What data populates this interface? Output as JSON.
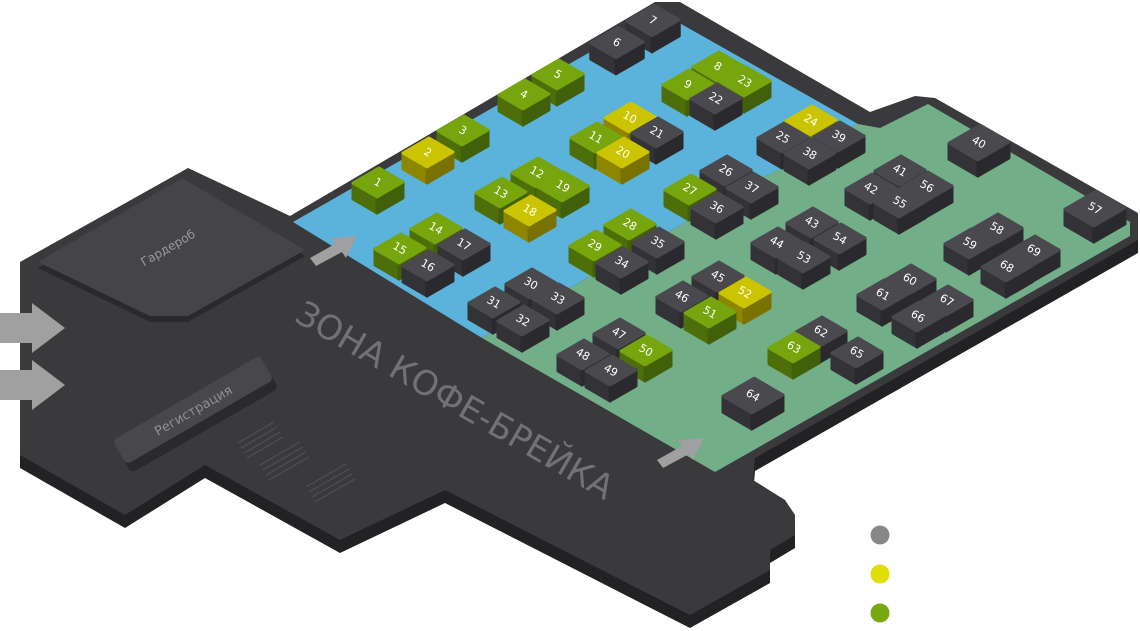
{
  "zones": {
    "wardrobe": "Гардероб",
    "registration": "Регистрация",
    "coffee_break": "ЗОНА КОФЕ-БРЕЙКА"
  },
  "colors": {
    "blue_zone": "#5bb2da",
    "green_zone": "#72ae88",
    "floor": "#3a393c",
    "booth_free": "#76a50e",
    "booth_reserved": "#cbc400",
    "booth_taken": "#4a494e"
  },
  "legend": [
    {
      "status": "taken",
      "color": "#888888"
    },
    {
      "status": "reserved",
      "color": "#e0dd00"
    },
    {
      "status": "free",
      "color": "#77a812"
    }
  ],
  "booths": [
    {
      "n": "1",
      "s": "free"
    },
    {
      "n": "2",
      "s": "reserved"
    },
    {
      "n": "3",
      "s": "free"
    },
    {
      "n": "4",
      "s": "free"
    },
    {
      "n": "5",
      "s": "free"
    },
    {
      "n": "6",
      "s": "taken"
    },
    {
      "n": "7",
      "s": "taken"
    },
    {
      "n": "8",
      "s": "free"
    },
    {
      "n": "9",
      "s": "free"
    },
    {
      "n": "10",
      "s": "reserved"
    },
    {
      "n": "11",
      "s": "free"
    },
    {
      "n": "12",
      "s": "free"
    },
    {
      "n": "13",
      "s": "free"
    },
    {
      "n": "14",
      "s": "free"
    },
    {
      "n": "15",
      "s": "free"
    },
    {
      "n": "16",
      "s": "taken"
    },
    {
      "n": "17",
      "s": "taken"
    },
    {
      "n": "18",
      "s": "reserved"
    },
    {
      "n": "19",
      "s": "free"
    },
    {
      "n": "20",
      "s": "reserved"
    },
    {
      "n": "21",
      "s": "taken"
    },
    {
      "n": "22",
      "s": "taken"
    },
    {
      "n": "23",
      "s": "free"
    },
    {
      "n": "24",
      "s": "reserved"
    },
    {
      "n": "25",
      "s": "taken"
    },
    {
      "n": "26",
      "s": "taken"
    },
    {
      "n": "27",
      "s": "free"
    },
    {
      "n": "28",
      "s": "free"
    },
    {
      "n": "29",
      "s": "free"
    },
    {
      "n": "30",
      "s": "taken"
    },
    {
      "n": "31",
      "s": "taken"
    },
    {
      "n": "32",
      "s": "taken"
    },
    {
      "n": "33",
      "s": "taken"
    },
    {
      "n": "34",
      "s": "taken"
    },
    {
      "n": "35",
      "s": "taken"
    },
    {
      "n": "36",
      "s": "taken"
    },
    {
      "n": "37",
      "s": "taken"
    },
    {
      "n": "38",
      "s": "taken"
    },
    {
      "n": "39",
      "s": "taken"
    },
    {
      "n": "40",
      "s": "taken"
    },
    {
      "n": "41",
      "s": "taken"
    },
    {
      "n": "42",
      "s": "taken"
    },
    {
      "n": "43",
      "s": "taken"
    },
    {
      "n": "44",
      "s": "taken"
    },
    {
      "n": "45",
      "s": "taken"
    },
    {
      "n": "46",
      "s": "taken"
    },
    {
      "n": "47",
      "s": "taken"
    },
    {
      "n": "48",
      "s": "taken"
    },
    {
      "n": "49",
      "s": "taken"
    },
    {
      "n": "50",
      "s": "free"
    },
    {
      "n": "51",
      "s": "free"
    },
    {
      "n": "52",
      "s": "reserved"
    },
    {
      "n": "53",
      "s": "taken"
    },
    {
      "n": "54",
      "s": "taken"
    },
    {
      "n": "55",
      "s": "taken"
    },
    {
      "n": "56",
      "s": "taken"
    },
    {
      "n": "57",
      "s": "taken"
    },
    {
      "n": "58",
      "s": "taken"
    },
    {
      "n": "59",
      "s": "taken"
    },
    {
      "n": "60",
      "s": "taken"
    },
    {
      "n": "61",
      "s": "taken"
    },
    {
      "n": "62",
      "s": "taken"
    },
    {
      "n": "63",
      "s": "free"
    },
    {
      "n": "64",
      "s": "taken"
    },
    {
      "n": "65",
      "s": "taken"
    },
    {
      "n": "66",
      "s": "taken"
    },
    {
      "n": "67",
      "s": "taken"
    },
    {
      "n": "68",
      "s": "taken"
    },
    {
      "n": "69",
      "s": "taken"
    }
  ]
}
